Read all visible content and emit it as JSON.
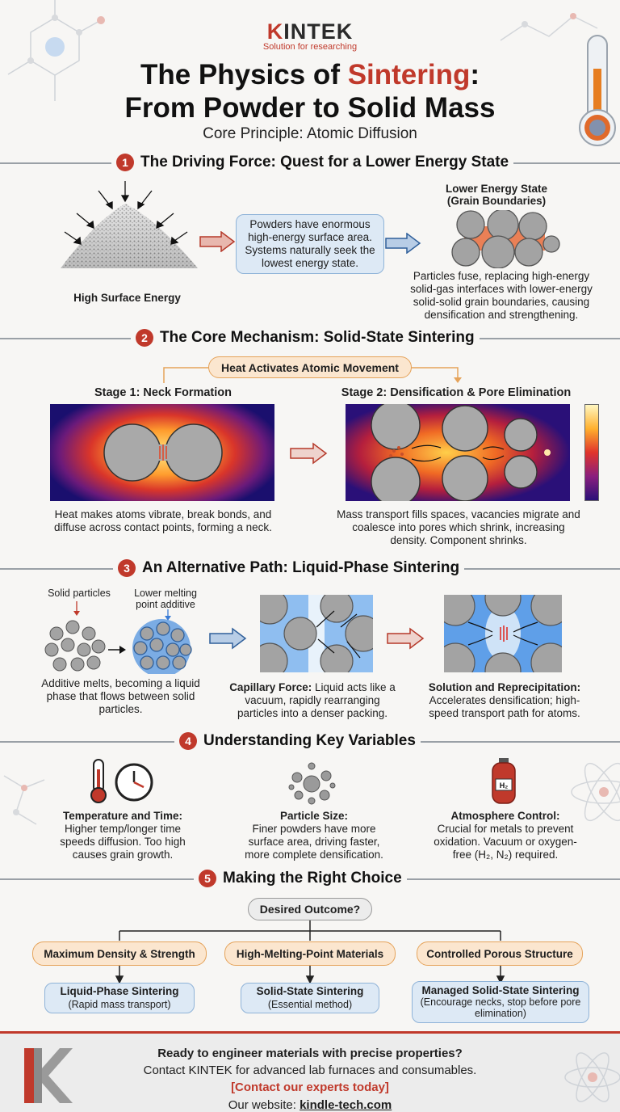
{
  "header": {
    "logo_k": "K",
    "logo_rest": "INTEK",
    "tagline": "Solution for researching",
    "title_line1_pre": "The Physics of ",
    "title_line1_red": "Sintering",
    "title_line1_post": ":",
    "title_line2": "From Powder to Solid Mass",
    "subtitle": "Core Principle: Atomic Diffusion"
  },
  "s1": {
    "num": "1",
    "title": "The Driving Force: Quest for a Lower Energy State",
    "powder_label": "High Surface Energy",
    "box_text": "Powders have enormous high-energy surface area. Systems naturally seek the lowest energy state.",
    "lower_label_1": "Lower Energy State",
    "lower_label_2": "(Grain Boundaries)",
    "right_caption": "Particles fuse, replacing high-energy solid-gas interfaces with lower-energy solid-solid grain boundaries, causing densification and strengthening."
  },
  "s2": {
    "num": "2",
    "title": "The Core Mechanism: Solid-State Sintering",
    "heat_label": "Heat Activates Atomic Movement",
    "stage1_title": "Stage 1: Neck Formation",
    "stage2_title": "Stage 2: Densification & Pore Elimination",
    "stage1_caption": "Heat makes atoms vibrate, break bonds, and diffuse across contact points, forming a neck.",
    "stage2_caption": "Mass transport fills spaces, vacancies migrate and coalesce into pores which shrink, increasing density. Component shrinks."
  },
  "s3": {
    "num": "3",
    "title": "An Alternative Path: Liquid-Phase Sintering",
    "solid_label": "Solid particles",
    "additive_label_1": "Lower melting",
    "additive_label_2": "point additive",
    "left_caption": "Additive melts, becoming a liquid phase that flows between solid particles.",
    "mid_caption_bold": "Capillary Force:",
    "mid_caption": " Liquid acts like a vacuum, rapidly rearranging particles into a denser packing.",
    "right_caption_bold": "Solution and Reprecipitation:",
    "right_caption": " Accelerates densification; high-speed transport path for atoms."
  },
  "s4": {
    "num": "4",
    "title": "Understanding Key Variables",
    "items": [
      {
        "title": "Temperature and Time:",
        "text": "Higher temp/longer time speeds diffusion. Too high causes grain growth."
      },
      {
        "title": "Particle Size:",
        "text": "Finer powders have more surface area, driving faster, more complete densification."
      },
      {
        "title": "Atmosphere Control:",
        "text": "Crucial for metals to prevent oxidation. Vacuum or oxygen-free (H₂, N₂) required."
      }
    ],
    "cylinder_label": "H₂"
  },
  "s5": {
    "num": "5",
    "title": "Making the Right Choice",
    "question": "Desired Outcome?",
    "outcomes": [
      "Maximum Density & Strength",
      "High-Melting-Point Materials",
      "Controlled Porous Structure"
    ],
    "methods": [
      {
        "name": "Liquid-Phase Sintering",
        "note": "(Rapid mass transport)"
      },
      {
        "name": "Solid-State Sintering",
        "note": "(Essential method)"
      },
      {
        "name": "Managed Solid-State Sintering",
        "note": "(Encourage necks, stop before pore elimination)"
      }
    ]
  },
  "footer": {
    "line1": "Ready to engineer materials with precise properties?",
    "line2": "Contact KINTEK for advanced lab furnaces and consumables.",
    "cta": "[Contact our experts today]",
    "website_label": "Our website: ",
    "website": "kindle-tech.com"
  },
  "colors": {
    "brand_red": "#c0392b",
    "accent_orange": "#e5a35a",
    "accent_blue": "#8fb3d8"
  }
}
